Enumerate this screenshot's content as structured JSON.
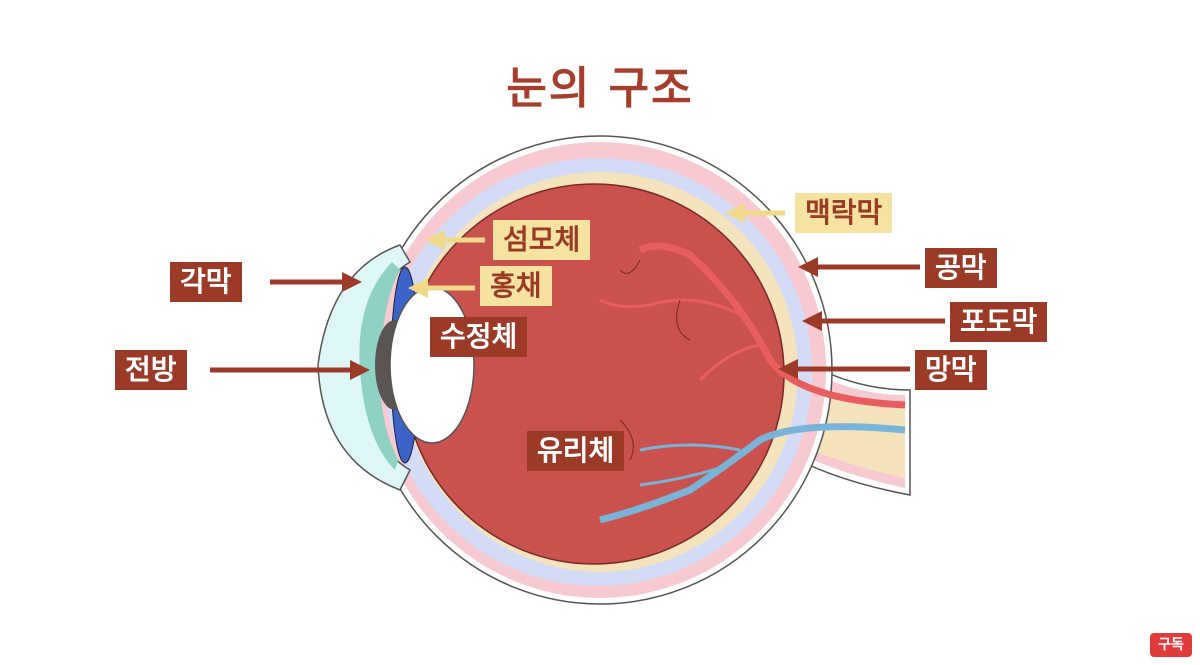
{
  "title": "눈의 구조",
  "labels": {
    "cornea": "각막",
    "anterior_chamber": "전방",
    "ciliary_body": "섬모체",
    "iris": "홍채",
    "lens": "수정체",
    "vitreous": "유리체",
    "choroid": "맥락막",
    "sclera": "공막",
    "uvea": "포도막",
    "retina": "망막"
  },
  "subscribe_badge": "구독",
  "colors": {
    "dark_label": "#9b3b27",
    "light_label": "#f6e3a1",
    "interior": "#c9524f"
  }
}
